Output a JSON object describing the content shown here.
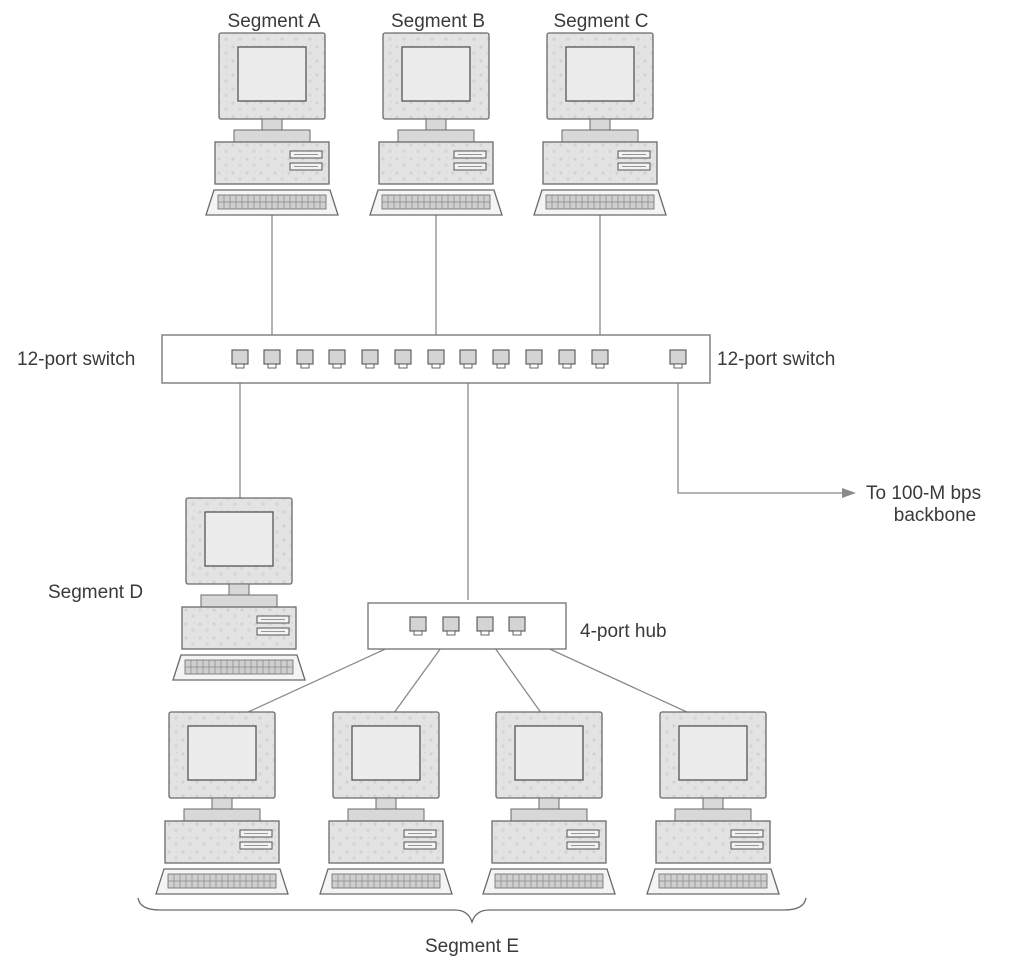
{
  "labels": {
    "segment_a": "Segment A",
    "segment_b": "Segment B",
    "segment_c": "Segment C",
    "segment_d": "Segment D",
    "segment_e": "Segment E",
    "switch_left": "12-port switch",
    "switch_right": "12-port switch",
    "hub": "4-port hub",
    "backbone_line1": "To 100-M bps",
    "backbone_line2": "backbone"
  },
  "switch": {
    "port_count": 12,
    "uplink_ports": 1
  },
  "hub": {
    "port_count": 4
  },
  "colors": {
    "device_fill": "#e2e2e2",
    "screen_fill": "#ececec",
    "outline": "#6a6a6a",
    "wire": "#8a8a8a",
    "port_fill": "#d4d4d4"
  }
}
